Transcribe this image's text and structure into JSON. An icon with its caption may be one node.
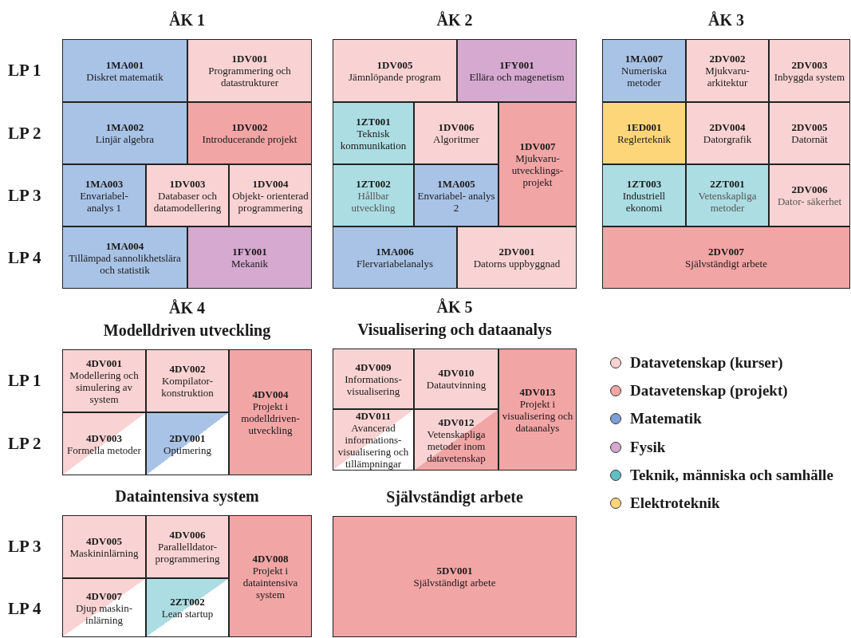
{
  "diagram": {
    "nodes": [
      {
        "text": [
          "ÅK 1"
        ]
      },
      {
        "text": [
          "1MA001",
          "Diskret matematik"
        ],
        "in": 0
      },
      {
        "text": [
          "1DV001",
          "Programmering och datastrukturer"
        ],
        "in": 0
      },
      {
        "text": [
          "1MA002",
          "Linjär algebra"
        ],
        "in": 0
      },
      {
        "text": [
          "1DV002",
          "Introducerande projekt"
        ],
        "in": 0
      },
      {
        "text": [
          "1MA003",
          "Envariabel- analys 1"
        ],
        "in": 0
      },
      {
        "text": [
          "1DV003",
          "Databaser och datamodellering"
        ],
        "in": 0
      },
      {
        "text": [
          "1DV004",
          "Objekt- orienterad programmering"
        ],
        "in": 0
      },
      {
        "text": [
          "1MA004",
          "Tillämpad sannolikhetslära och statistik"
        ],
        "in": 0
      },
      {
        "text": [
          "1FY001",
          "Mekanik"
        ],
        "in": 0
      },
      {
        "text": [
          "ÅK 2"
        ]
      },
      {
        "text": [
          "1DV005",
          "Jämnlöpande program"
        ],
        "in": 10
      },
      {
        "text": [
          "1FY001",
          "Ellära och magenetism"
        ],
        "in": 10
      },
      {
        "text": [
          "1ZT001",
          "Teknisk kommunikation"
        ],
        "in": 10
      },
      {
        "text": [
          "1DV006",
          "Algoritmer"
        ],
        "in": 10
      },
      {
        "text": [
          "1DV007",
          "Mjukvaru- utvecklings- projekt"
        ],
        "in": 10
      },
      {
        "text": [
          "1ZT002",
          "Hållbar utveckling"
        ],
        "in": 10
      },
      {
        "text": [
          "1MA005",
          "Envariabel- analys 2"
        ],
        "in": 10
      },
      {
        "text": [
          "1MA006",
          "Flervariabelanalys"
        ],
        "in": 10
      },
      {
        "text": [
          "2DV001",
          "Datorns uppbyggnad"
        ],
        "in": 10
      },
      {
        "text": [
          "ÅK 3"
        ]
      },
      {
        "text": [
          "1MA007",
          "Numeriska metoder"
        ],
        "in": 20
      },
      {
        "text": [
          "2DV002",
          "Mjukvaru- arkitektur"
        ],
        "in": 20
      },
      {
        "text": [
          "2DV003",
          "Inbyggda system"
        ],
        "in": 20
      },
      {
        "text": [
          "1ED001",
          "Reglerteknik"
        ],
        "in": 20
      },
      {
        "text": [
          "2DV004",
          "Datorgrafik"
        ],
        "in": 20
      },
      {
        "text": [
          "2DV005",
          "Datornät"
        ],
        "in": 20
      },
      {
        "text": [
          "1ZT003",
          "Industriell ekonomi"
        ],
        "in": 20
      },
      {
        "text": [
          "2ZT001",
          "Vetenskapliga metoder"
        ],
        "in": 20
      },
      {
        "text": [
          "2DV006",
          "Dator- säkerhet"
        ],
        "in": 20
      },
      {
        "text": [
          "2DV007",
          "Självständigt arbete"
        ],
        "in": 20
      },
      {
        "text": [
          "ÅK 4",
          "Modelldriven utveckling"
        ]
      },
      {
        "text": [
          "4DV001",
          "Modellering och simulering av system"
        ],
        "in": 31
      },
      {
        "text": [
          "4DV002",
          "Kompilator- konstruktion"
        ],
        "in": 31
      },
      {
        "text": [
          "4DV004",
          "Projekt i modelldriven- utveckling"
        ],
        "in": 31
      },
      {
        "text": [
          "4DV003",
          "Formella metoder"
        ],
        "in": 31
      },
      {
        "text": [
          "2DV001",
          "Optimering"
        ],
        "in": 31
      },
      {
        "text": [
          "ÅK 5",
          "Visualisering och dataanalys"
        ]
      },
      {
        "text": [
          "4DV009",
          "Informations- visualisering"
        ],
        "in": 37
      },
      {
        "text": [
          "4DV010",
          "Datautvinning"
        ],
        "in": 37
      },
      {
        "text": [
          "4DV013",
          "Projekt i visualisering och dataanalys"
        ],
        "in": 37
      },
      {
        "text": [
          "4DV011",
          "Avancerad informations- visualisering och tillämpningar"
        ],
        "in": 37
      },
      {
        "text": [
          "4DV012",
          "Vetenskapliga metoder inom datavetenskap"
        ],
        "in": 37
      },
      {
        "text": [
          "Dataintensiva system"
        ]
      },
      {
        "text": [
          "4DV005",
          "Maskininlärning"
        ],
        "in": 43
      },
      {
        "text": [
          "4DV006",
          "Parallelldator- programmering"
        ],
        "in": 43
      },
      {
        "text": [
          "4DV008",
          "Projekt i dataintensiva system"
        ],
        "in": 43
      },
      {
        "text": [
          "4DV007",
          "Djup maskin- inlärning"
        ],
        "in": 43
      },
      {
        "text": [
          "2ZT002",
          "Lean startup"
        ],
        "in": 43
      },
      {
        "text": [
          "Självständigt arbete"
        ]
      },
      {
        "text": [
          "5DV001",
          "Självständigt arbete"
        ],
        "in": 49
      }
    ],
    "labels": [
      "LP 1",
      "LP 2",
      "LP 3",
      "LP 4",
      "LP 1",
      "LP 2",
      "LP 3",
      "LP 4"
    ],
    "legend": [
      {
        "text": "Datavetenskap (kurser)",
        "color": "#f9d3d3"
      },
      {
        "text": "Datavetenskap (projekt)",
        "color": "#f2a5a5"
      },
      {
        "text": "Matematik",
        "color": "#7d9fd6"
      },
      {
        "text": "Fysik",
        "color": "#d4a8cf"
      },
      {
        "text": "Teknik, människa och samhälle",
        "color": "#62c0c4"
      },
      {
        "text": "Elektroteknik",
        "color": "#fdd67a"
      }
    ]
  }
}
